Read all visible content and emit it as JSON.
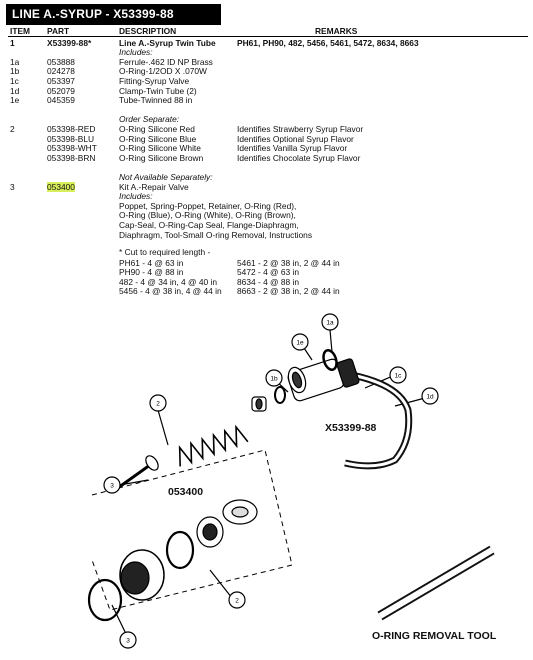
{
  "title": "LINE A.-SYRUP - X53399-88",
  "headers": {
    "item": "ITEM",
    "part": "PART",
    "description": "DESCRIPTION",
    "remarks": "REMARKS"
  },
  "rows": [
    {
      "item": "1",
      "part": "X53399-88*",
      "desc": "Line A.-Syrup Twin Tube",
      "remarks": "PH61, PH90, 482, 5456, 5461, 5472, 8634, 8663",
      "bold": true
    },
    {
      "item": "",
      "part": "",
      "desc": "Includes:",
      "remarks": "",
      "italic": true
    },
    {
      "item": "1a",
      "part": "053888",
      "desc": "Ferrule-.462 ID NP Brass",
      "remarks": ""
    },
    {
      "item": "1b",
      "part": "024278",
      "desc": "O-Ring-1/2OD X .070W",
      "remarks": ""
    },
    {
      "item": "1c",
      "part": "053397",
      "desc": "Fitting-Syrup Valve",
      "remarks": ""
    },
    {
      "item": "1d",
      "part": "052079",
      "desc": "Clamp-Twin Tube (2)",
      "remarks": ""
    },
    {
      "item": "1e",
      "part": "045359",
      "desc": "Tube-Twinned 88 in",
      "remarks": ""
    },
    {
      "item": "",
      "part": "",
      "desc": "Order Separate:",
      "remarks": "",
      "italic": true
    },
    {
      "item": "2",
      "part": "053398-RED",
      "desc": "O-Ring Silicone Red",
      "remarks": "Identifies Strawberry Syrup Flavor"
    },
    {
      "item": "",
      "part": "053398-BLU",
      "desc": "O-Ring Silicone Blue",
      "remarks": "Identifies Optional Syrup Flavor"
    },
    {
      "item": "",
      "part": "053398-WHT",
      "desc": "O-Ring Silicone White",
      "remarks": "Identifies Vanilla Syrup Flavor"
    },
    {
      "item": "",
      "part": "053398-BRN",
      "desc": "O-Ring Silicone Brown",
      "remarks": "Identifies Chocolate Syrup Flavor"
    },
    {
      "item": "",
      "part": "",
      "desc": "Not Available Separately:",
      "remarks": "",
      "italic": true
    },
    {
      "item": "3",
      "part": "053400",
      "desc": "Kit A.-Repair Valve",
      "remarks": "",
      "highlight": true
    },
    {
      "item": "",
      "part": "",
      "desc": "Includes:",
      "remarks": "",
      "italic": true
    },
    {
      "item": "",
      "part": "",
      "desc": "Poppet, Spring-Poppet, Retainer, O-Ring (Red),",
      "remarks": ""
    },
    {
      "item": "",
      "part": "",
      "desc": "O-Ring (Blue), O-Ring (White), O-Ring (Brown),",
      "remarks": ""
    },
    {
      "item": "",
      "part": "",
      "desc": "Cap-Seal, O-Ring-Cap Seal, Flange-Diaphragm,",
      "remarks": ""
    },
    {
      "item": "",
      "part": "",
      "desc": "Diaphragm, Tool-Small O-ring Removal, Instructions",
      "remarks": ""
    }
  ],
  "cut_note": "*  Cut to required length -",
  "cut_lengths": [
    {
      "a": "PH61  - 4 @ 63 in",
      "b": "5461 -  2 @ 38 in, 2 @ 44 in"
    },
    {
      "a": "PH90  - 4 @ 88 in",
      "b": "5472 -  4 @ 63 in"
    },
    {
      "a": "482    -  4 @ 34 in, 4 @ 40 in",
      "b": "8634 -  4 @ 88 in"
    },
    {
      "a": "5456 -  4 @ 38 in, 4 @ 44 in",
      "b": "8663 -  2 @ 38 in, 2 @ 44 in"
    }
  ],
  "diagram": {
    "assembly_label": "X53399-88",
    "kit_label": "053400",
    "tool_label": "O-RING REMOVAL TOOL",
    "callouts": [
      {
        "key": "1e",
        "text": "1e"
      },
      {
        "key": "1a",
        "text": "1a"
      },
      {
        "key": "1b",
        "text": "1b"
      },
      {
        "key": "1c",
        "text": "1c"
      },
      {
        "key": "1d",
        "text": "1d"
      },
      {
        "key": "2",
        "text": "2"
      },
      {
        "key": "3",
        "text": "3"
      },
      {
        "key": "2b",
        "text": "2"
      },
      {
        "key": "3b",
        "text": "3"
      }
    ]
  }
}
